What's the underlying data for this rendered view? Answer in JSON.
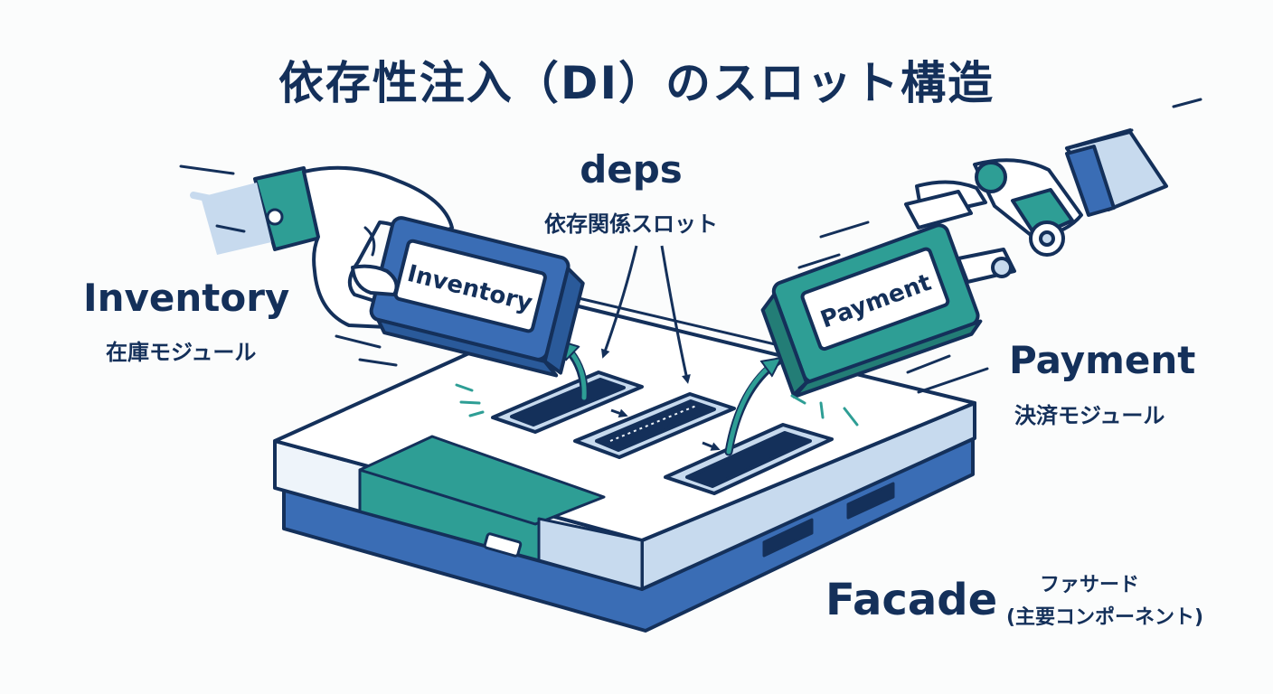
{
  "title": "依存性注入（DI）のスロット構造",
  "deps": {
    "name": "deps",
    "subtitle": "依存関係スロット"
  },
  "inventory": {
    "name": "Inventory",
    "subtitle": "在庫モジュール",
    "cartridge_label": "Inventory"
  },
  "payment": {
    "name": "Payment",
    "subtitle": "決済モジュール",
    "cartridge_label": "Payment"
  },
  "facade": {
    "name": "Facade",
    "subtitle_line1": "ファサード",
    "subtitle_line2": "(主要コンポーネント)"
  },
  "colors": {
    "navy": "#14305a",
    "teal": "#2e9e95",
    "blue": "#3a6db5",
    "light_blue": "#c7daee",
    "pale": "#eef4fa"
  }
}
